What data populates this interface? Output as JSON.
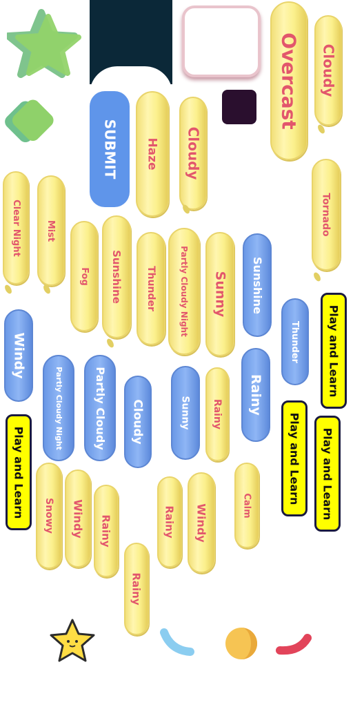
{
  "submit_label": "SUBMIT",
  "play_label": "Play and Learn",
  "words": {
    "overcast": "Overcast",
    "cloudy_top": "Cloudy",
    "haze": "Haze",
    "cloudy_mid": "Cloudy",
    "tornado": "Tornado",
    "clear_night": "Clear Night",
    "mist": "Mist",
    "fog": "Fog",
    "sunshine_y": "Sunshine",
    "thunder_y": "Thunder",
    "partly_cloudy_night_y": "Partly Cloudy Night",
    "sunny_y": "Sunny",
    "sunshine_b": "Sunshine",
    "thunder_b": "Thunder",
    "windy_b": "Windy",
    "partly_cloudy_night_b": "Partly Cloudy Night",
    "partly_cloudy_b": "Partly Cloudy",
    "cloudy_b": "Cloudy",
    "sunny_b": "Sunny",
    "rainy_y1": "Rainy",
    "rainy_b": "Rainy",
    "snowy": "Snowy",
    "windy_y1": "Windy",
    "rainy_y2": "Rainy",
    "rainy_y3": "Rainy",
    "windy_y2": "Windy",
    "calm": "Calm",
    "rainy_y4": "Rainy"
  },
  "colors": {
    "dark_panel": "#0b2838",
    "dark_square": "#2a0f2e",
    "submit_blue": "#5f95ea",
    "play_yellow": "#ffff00"
  },
  "icons": [
    "star-icon",
    "diamond-icon",
    "star-face-icon",
    "blue-arc-icon",
    "orange-circle-icon",
    "red-arc-icon"
  ]
}
